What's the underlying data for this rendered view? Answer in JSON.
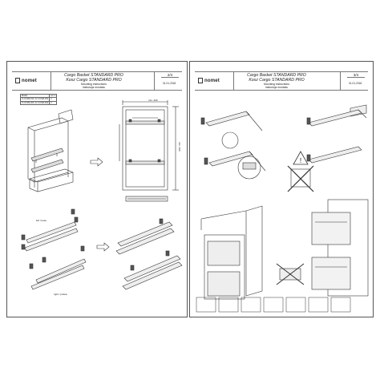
{
  "pages": [
    {
      "logo": "nomet",
      "title_line1": "Cargo Basket STANDARD PRO",
      "title_line2": "Kosz Cargo STANDARD PRO",
      "subtitle_line1": "Mounting instructions",
      "subtitle_line2": "Instrukcja montażu",
      "page_number": "2/4",
      "date": "31-01-2018",
      "model_table": {
        "headers": [
          "Model",
          "szt. 1"
        ],
        "rows": [
          [
            "K-CCSM-150, 3x CCSM-150",
            "2"
          ],
          [
            "K-CCSM-200, 3x CCSM-200",
            "2"
          ]
        ]
      },
      "labels": {
        "left_rail": "left / lewa",
        "right_rail": "right / prawa",
        "dim_top": "min. 400",
        "dim_side": "min. 490"
      }
    },
    {
      "logo": "nomet",
      "title_line1": "Cargo Basket STANDARD PRO",
      "title_line2": "Kosz Cargo STANDARD PRO",
      "subtitle_line1": "Mounting instructions",
      "subtitle_line2": "Instrukcja montażu",
      "page_number": "3/4",
      "date": "31-01-2018"
    }
  ]
}
